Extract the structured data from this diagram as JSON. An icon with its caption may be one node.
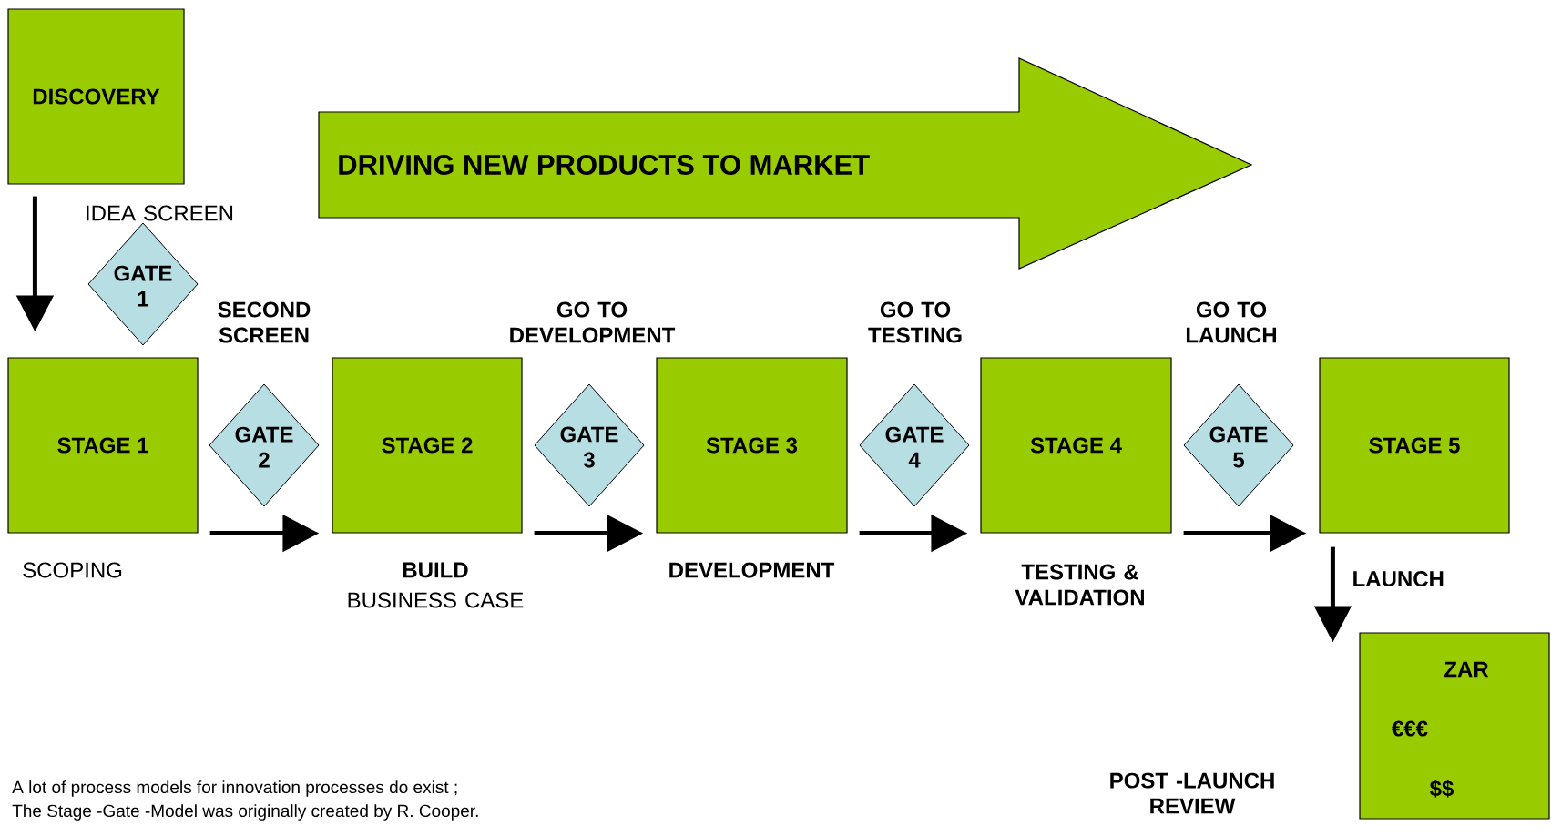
{
  "diagram": {
    "nodes": [
      {
        "text": [
          "DISCOVERY"
        ]
      },
      {
        "text": [
          "DRIVING NEW PRODUCTS TO MARKET"
        ]
      },
      {
        "text": [
          "GATE 1"
        ],
        "beside": [
          "IDEA SCREEN"
        ]
      },
      {
        "text": [
          "STAGE 1"
        ],
        "beside": [
          "SCOPING"
        ]
      },
      {
        "text": [
          "GATE 2"
        ]
      },
      {
        "text": [
          "STAGE 2"
        ],
        "beside": [
          "BUILD",
          "BUSINESS CASE"
        ]
      },
      {
        "text": [
          "GATE 3"
        ]
      },
      {
        "text": [
          "STAGE 3"
        ],
        "beside": [
          "DEVELOPMENT"
        ]
      },
      {
        "text": [
          "GATE 4"
        ]
      },
      {
        "text": [
          "STAGE 4"
        ],
        "beside": [
          "TESTING & VALIDATION"
        ]
      },
      {
        "text": [
          "GATE 5"
        ]
      },
      {
        "text": [
          "STAGE 5"
        ]
      },
      {
        "text": [
          "ZAR",
          "€€€",
          "$$"
        ]
      }
    ],
    "edges": [
      {
        "from": 0,
        "to": 3,
        "arrow": "to"
      },
      {
        "from": 3,
        "to": 5,
        "arrow": "to"
      },
      {
        "from": 5,
        "to": 7,
        "arrow": "to"
      },
      {
        "from": 7,
        "to": 9,
        "arrow": "to"
      },
      {
        "from": 9,
        "to": 11,
        "arrow": "to"
      },
      {
        "from": 11,
        "to": 12,
        "arrow": "to",
        "label": "LAUNCH"
      }
    ],
    "labels": [
      "SECOND SCREEN",
      "GO TO DEVELOPMENT",
      "GO TO TESTING",
      "GO TO LAUNCH",
      "POST -LAUNCH REVIEW",
      "A lot of process models for innovation processes do exist ;",
      "The Stage -Gate -Model was originally created by R. Cooper."
    ]
  }
}
